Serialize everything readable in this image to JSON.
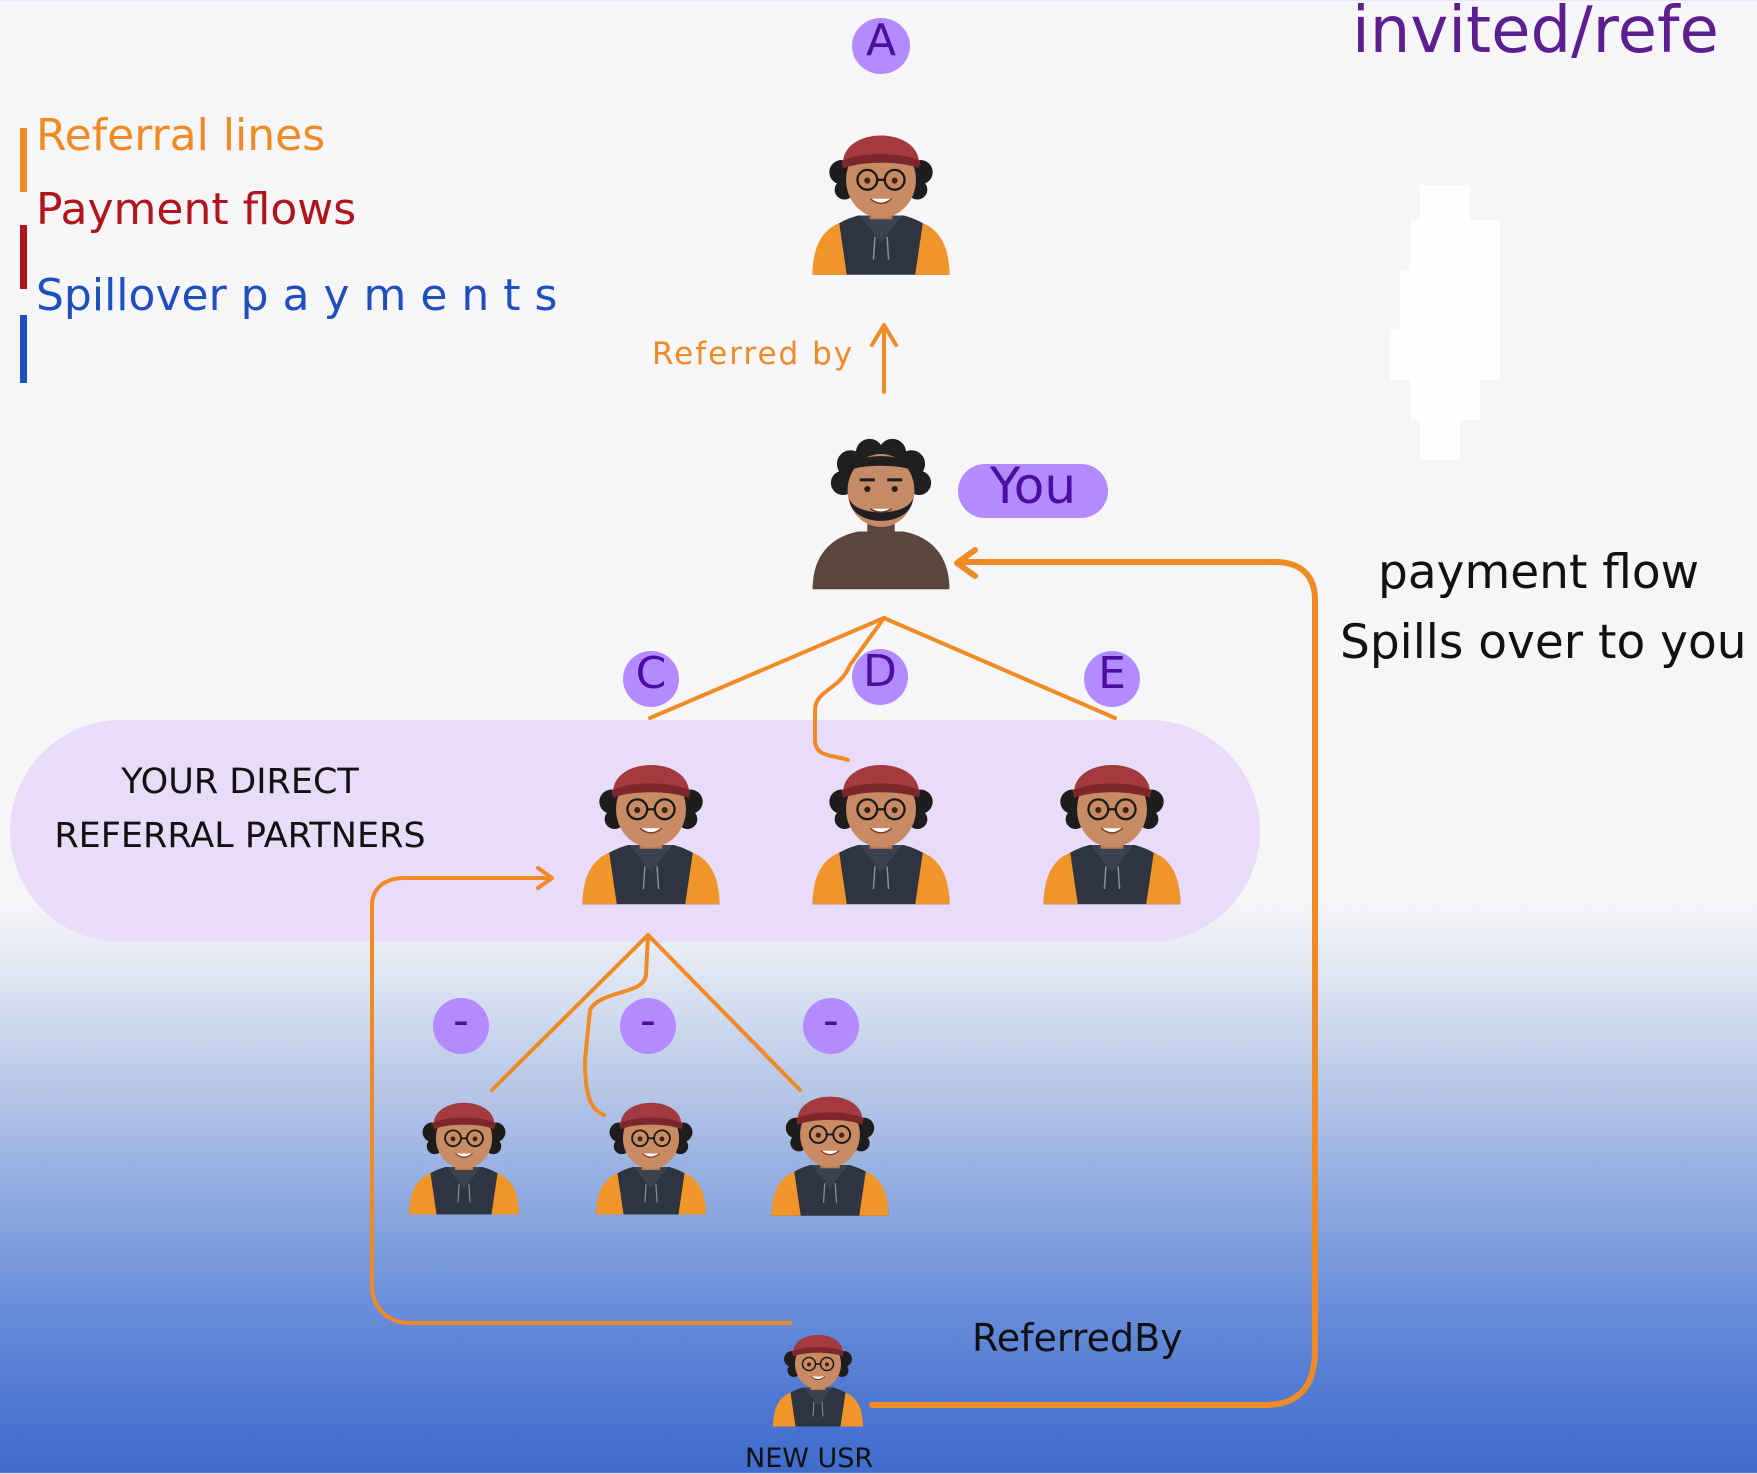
{
  "title_fragment": "invited/refe",
  "legend": {
    "referral": {
      "label": "Referral lines",
      "color": "#f08a24"
    },
    "payment": {
      "label": "Payment flows",
      "color": "#b0141c"
    },
    "spillover": {
      "label": "Spillover p a y m e n t s",
      "color": "#1e4fbf"
    }
  },
  "nodes": {
    "a": {
      "badge": "A"
    },
    "you": {
      "badge": "You"
    },
    "c": {
      "badge": "C"
    },
    "d": {
      "badge": "D"
    },
    "e": {
      "badge": "E"
    },
    "sub1": {
      "badge": "-"
    },
    "sub2": {
      "badge": "-"
    },
    "sub3": {
      "badge": "-"
    },
    "new_user": {
      "label": "NEW USR"
    }
  },
  "labels": {
    "referred_by_top": "Referred by",
    "group": "YOUR DIRECT REFERRAL PARTNERS",
    "referred_by_bottom": "ReferredBy",
    "payment_flow_line1": "payment flow",
    "payment_flow_line2": "Spills over to you"
  },
  "colors": {
    "line": "#f08a24",
    "badge_fill": "#b48aff",
    "badge_text": "#4a0f9e"
  }
}
